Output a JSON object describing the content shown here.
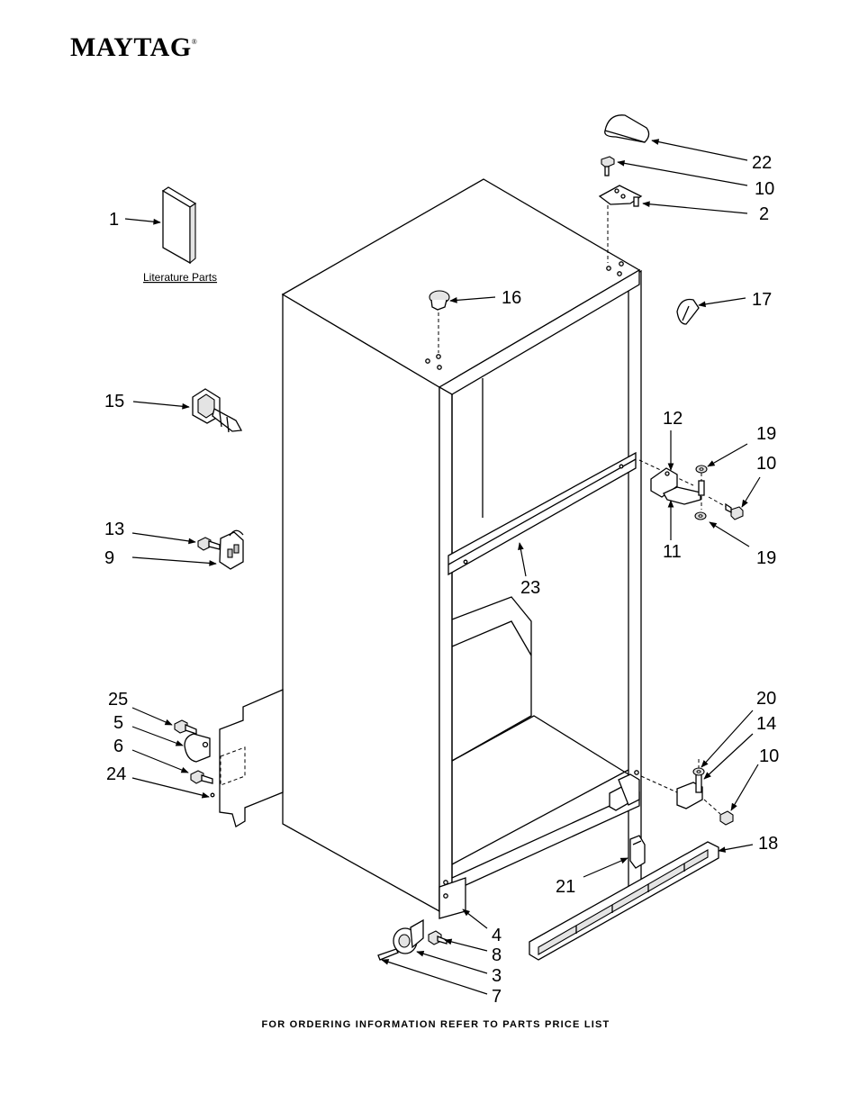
{
  "brand": {
    "name": "MAYTAG",
    "mark": "®"
  },
  "literature_label": "Literature Parts",
  "callouts": {
    "c1": "1",
    "c2": "2",
    "c3": "3",
    "c4": "4",
    "c5": "5",
    "c6": "6",
    "c7": "7",
    "c8": "8",
    "c9": "9",
    "c10a": "10",
    "c10b": "10",
    "c10c": "10",
    "c11": "11",
    "c12": "12",
    "c13": "13",
    "c14": "14",
    "c15": "15",
    "c16": "16",
    "c17": "17",
    "c18": "18",
    "c19a": "19",
    "c19b": "19",
    "c20": "20",
    "c21": "21",
    "c22": "22",
    "c23": "23",
    "c24": "24",
    "c25": "25"
  },
  "footer": "FOR ORDERING INFORMATION REFER TO PARTS PRICE LIST"
}
